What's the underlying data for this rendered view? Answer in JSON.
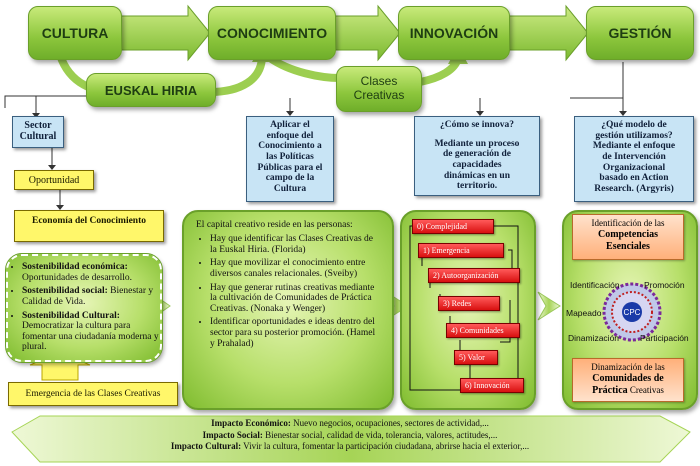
{
  "top_flow": {
    "cultura": "CULTURA",
    "conocimiento": "CONOCIMIENTO",
    "innovacion": "INNOVACIÓN",
    "gestion": "GESTIÓN",
    "euskal_hiria": "EUSKAL HIRIA",
    "clases_creativas_1": "Clases",
    "clases_creativas_2": "Creativas"
  },
  "sector": {
    "title_1": "Sector",
    "title_2": "Cultural",
    "oportunidad": "Oportunidad",
    "economia": "Economía del Conocimiento"
  },
  "aplicar": {
    "l1": "Aplicar el",
    "l2": "enfoque del",
    "l3": "Conocimiento a",
    "l4": "las Políticas",
    "l5": "Públicas para el",
    "l6": "campo de la",
    "l7": "Cultura"
  },
  "innova": {
    "l1": "¿Cómo se innova?",
    "l2": "Mediante un proceso",
    "l3": "de generación de",
    "l4": "capacidades",
    "l5": "dinámicas en un",
    "l6": "territorio."
  },
  "gestion_box": {
    "l1": "¿Qué modelo de",
    "l2": "gestión utilizamos?",
    "l3": "Mediante el enfoque",
    "l4": "de Intervención",
    "l5": "Organizacional",
    "l6": "basado en Action",
    "l7": "Research. (Argyris)"
  },
  "sostenibilidad": [
    {
      "bold": "Sostenibilidad económica:",
      "text": " Oportunidades de desarrollo."
    },
    {
      "bold": "Sostenibilidad social:",
      "text": " Bienestar y Calidad de Vida."
    },
    {
      "bold": "Sostenibilidad Cultural:",
      "text": " Democratizar la cultura para fomentar una ciudadanía moderna y plural."
    }
  ],
  "emergencia": "Emergencia de las Clases Creativas",
  "capital": {
    "intro": "El capital creativo reside en las personas:",
    "items": [
      "Hay que identificar las Clases Creativas de la Euskal Hiria. (Florida)",
      "Hay que movilizar el conocimiento entre diversos canales relacionales. (Sveiby)",
      "Hay que generar rutinas creativas mediante la cultivación de Comunidades de Práctica Creativas. (Nonaka y Wenger)",
      "Identificar oportunidades e ideas dentro del sector para su posterior promoción. (Hamel y Prahalad)"
    ]
  },
  "steps": [
    "0) Complejidad",
    "1) Emergencia",
    "2) Autoorganización",
    "3) Redes",
    "4) Comunidades",
    "5) Valor",
    "6) Innovación"
  ],
  "competencias": {
    "top_1": "Identificación de las",
    "top_2": "Competencias",
    "top_3": "Esenciales",
    "identificacion": "Identificación",
    "promocion": "Promoción",
    "mapeado": "Mapeado",
    "dinamizacion": "Dinamización",
    "participacion": "Participación",
    "center": "CPC",
    "bottom_1": "Dinamización de las",
    "bottom_2": "Comunidades de",
    "bottom_3a": "Práctica",
    "bottom_3b": " Creativas"
  },
  "impacto": [
    {
      "bold": "Impacto Económico:",
      "text": " Nuevo negocios, ocupaciones, sectores de actividad,..."
    },
    {
      "bold": "Impacto Social:",
      "text": " Bienestar social, calidad de vida, tolerancia, valores, actitudes,..."
    },
    {
      "bold": "Impacto Cultural:",
      "text": " Vivir la cultura, fomentar la participación ciudadana, abrirse hacia el exterior,..."
    }
  ],
  "colors": {
    "green": "#8cc63c",
    "light_blue": "#c8e4f5",
    "yellow": "#fff76a",
    "red": "#d81010"
  }
}
